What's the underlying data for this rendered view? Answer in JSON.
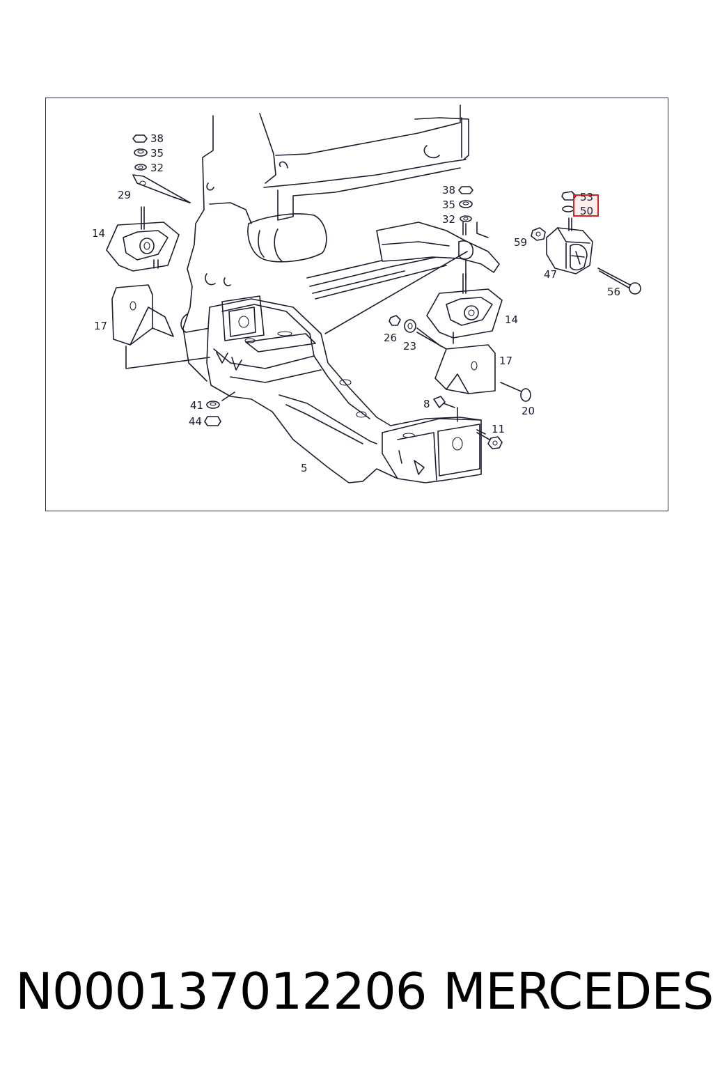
{
  "diagram": {
    "callouts": {
      "c38a": "38",
      "c35a": "35",
      "c32a": "32",
      "c29": "29",
      "c14a": "14",
      "c17a": "17",
      "c38b": "38",
      "c35b": "35",
      "c32b": "32",
      "c53": "53",
      "c50": "50",
      "c59": "59",
      "c47": "47",
      "c56": "56",
      "c14b": "14",
      "c26": "26",
      "c23": "23",
      "c17b": "17",
      "c20": "20",
      "c8": "8",
      "c11": "11",
      "c41": "41",
      "c44": "44",
      "c5": "5"
    },
    "highlight_color": "#e02020"
  },
  "footer": {
    "part_number": "N000137012206",
    "brand": "MERCEDES"
  }
}
